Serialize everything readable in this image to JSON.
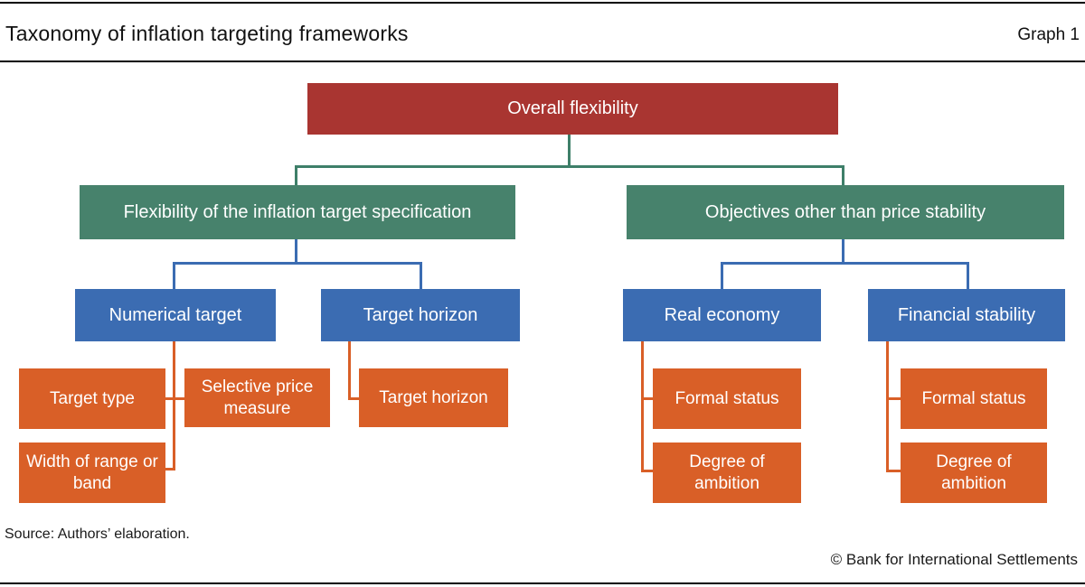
{
  "header": {
    "title": "Taxonomy of inflation targeting frameworks",
    "graph_label": "Graph 1"
  },
  "tree": {
    "root": {
      "label": "Overall flexibility"
    },
    "branches": [
      {
        "label": "Flexibility of the inflation target specification",
        "children": [
          {
            "label": "Numerical target",
            "leaves": [
              "Target type",
              "Selective price measure",
              "Width of range or band"
            ]
          },
          {
            "label": "Target horizon",
            "leaves": [
              "Target horizon"
            ]
          }
        ]
      },
      {
        "label": "Objectives other than price stability",
        "children": [
          {
            "label": "Real economy",
            "leaves": [
              "Formal status",
              "Degree of ambition"
            ]
          },
          {
            "label": "Financial stability",
            "leaves": [
              "Formal status",
              "Degree of ambition"
            ]
          }
        ]
      }
    ]
  },
  "footer": {
    "source": "Source: Authors’ elaboration.",
    "copyright": "© Bank for International Settlements"
  },
  "colors": {
    "root_fill": "#A93531",
    "branch_fill": "#47826C",
    "child_fill": "#3B6CB2",
    "leaf_fill": "#D95F27",
    "connector_branch": "#3E7F69",
    "connector_child": "#3B6CB2",
    "connector_leaf": "#D95F27",
    "rule": "#000000"
  }
}
